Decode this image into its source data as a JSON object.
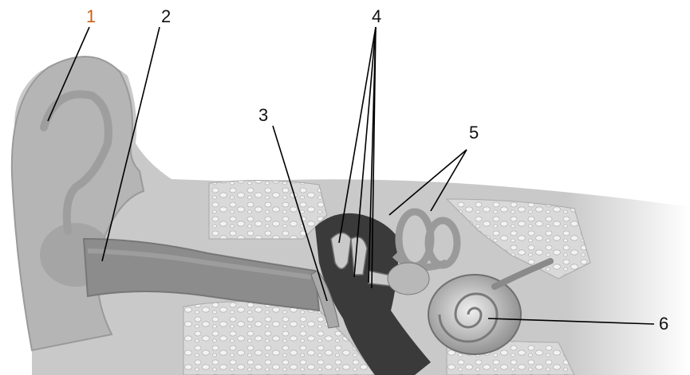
{
  "diagram": {
    "labels": [
      {
        "id": "1",
        "text": "1",
        "color": "#c8601a"
      },
      {
        "id": "2",
        "text": "2",
        "color": "#111111"
      },
      {
        "id": "3",
        "text": "3",
        "color": "#111111"
      },
      {
        "id": "4",
        "text": "4",
        "color": "#111111"
      },
      {
        "id": "5",
        "text": "5",
        "color": "#111111"
      },
      {
        "id": "6",
        "text": "6",
        "color": "#111111"
      }
    ]
  }
}
